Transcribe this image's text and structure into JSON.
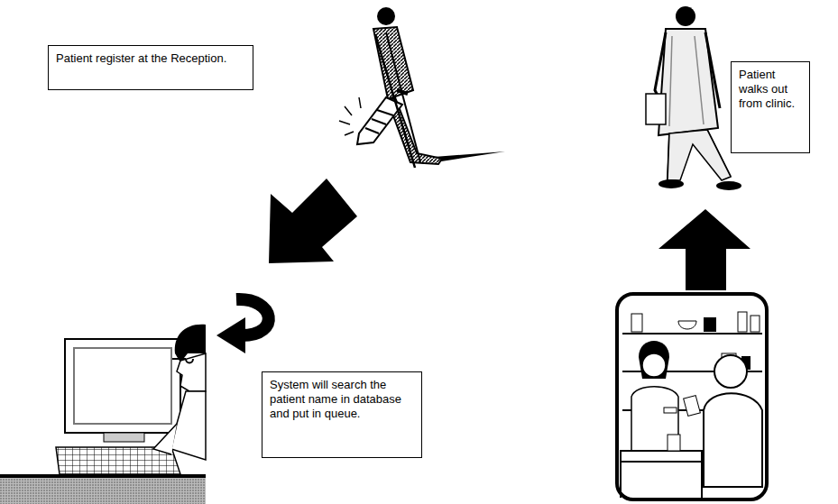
{
  "diagram": {
    "nodes": [
      {
        "text": [
          "Patient register at the Reception."
        ]
      },
      {
        "text": [
          "System will search the patient name in database and put in queue."
        ]
      },
      {
        "text": [
          "Patient walks out from clinic."
        ]
      }
    ]
  }
}
